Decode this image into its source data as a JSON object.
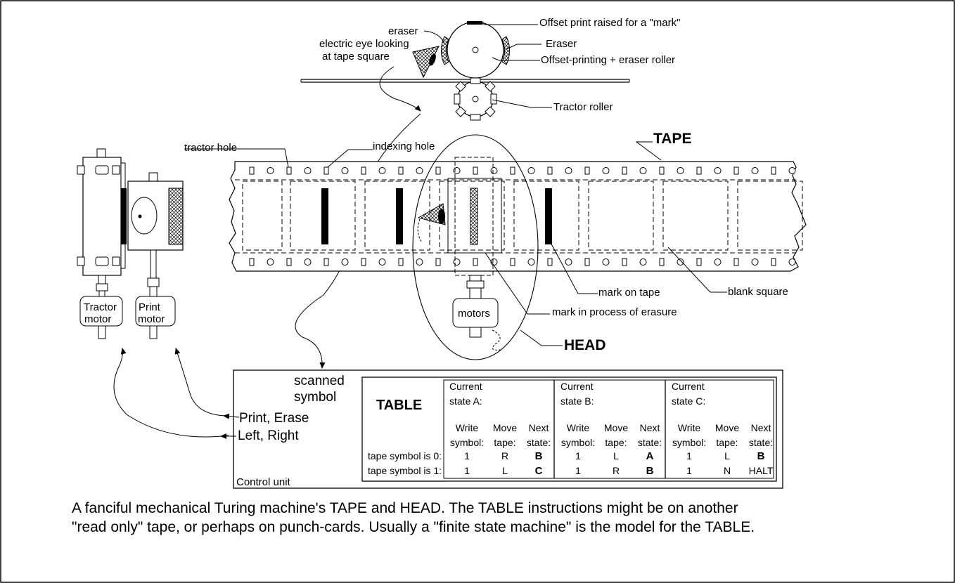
{
  "labels": {
    "offset_print": "Offset print raised for a \"mark\"",
    "eraser_top": "eraser",
    "eraser_right": "Eraser",
    "electric_eye_1": "electric eye looking",
    "electric_eye_2": "at tape square",
    "offset_roller": "Offset-printing + eraser roller",
    "tractor_roller": "Tractor roller",
    "tractor_hole": "tractor hole",
    "indexing_hole": "indexing hole",
    "tape": "TAPE",
    "mark_on_tape": "mark on tape",
    "blank_square": "blank square",
    "mark_erasure": "mark in process of erasure",
    "head": "HEAD",
    "motors": "motors",
    "tractor_motor_1": "Tractor",
    "tractor_motor_2": "motor",
    "print_motor_1": "Print",
    "print_motor_2": "motor",
    "scanned_1": "scanned",
    "scanned_2": "symbol",
    "print_erase": "Print, Erase",
    "left_right": "Left, Right",
    "control_unit": "Control unit"
  },
  "table": {
    "title": "TABLE",
    "states": [
      {
        "l1": "Current",
        "l2": "state A:"
      },
      {
        "l1": "Current",
        "l2": "state B:"
      },
      {
        "l1": "Current",
        "l2": "state C:"
      }
    ],
    "col_headers": [
      {
        "l1": "Write",
        "l2": "symbol:"
      },
      {
        "l1": "Move",
        "l2": "tape:"
      },
      {
        "l1": "Next",
        "l2": "state:"
      }
    ],
    "row_labels": [
      "tape symbol is 0:",
      "tape symbol is 1:"
    ],
    "rows": [
      [
        "1",
        "R",
        "B",
        "1",
        "L",
        "A",
        "1",
        "L",
        "B"
      ],
      [
        "1",
        "L",
        "C",
        "1",
        "R",
        "B",
        "1",
        "N",
        "HALT"
      ]
    ]
  },
  "caption": {
    "line1": "A fanciful mechanical Turing machine's TAPE and HEAD. The TABLE instructions might be on another",
    "line2": "\"read only\" tape, or perhaps on punch-cards. Usually a \"finite state machine\" is the model for the TABLE."
  }
}
